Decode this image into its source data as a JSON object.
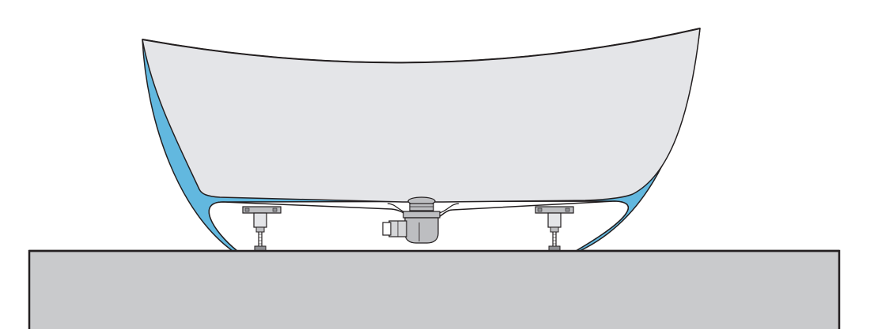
{
  "colors": {
    "background": "#ffffff",
    "tub_interior": "#e4e5e8",
    "tub_shell": "#62b8df",
    "floor": "#c9cacc",
    "outline": "#231f20",
    "hardware": "#bdbec1",
    "hardware_dark": "#8f9094"
  },
  "components": [
    "bathtub-interior",
    "bathtub-shell",
    "waste-drain",
    "drain-trap",
    "adjustable-foot-left",
    "adjustable-foot-right",
    "floor-slab"
  ]
}
